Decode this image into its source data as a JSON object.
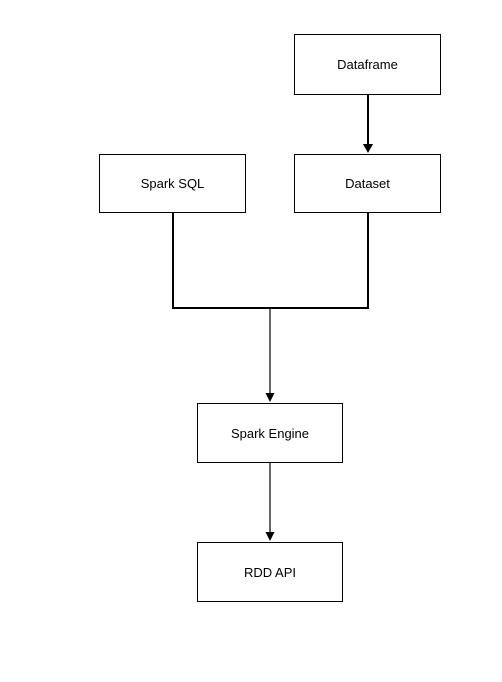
{
  "diagram": {
    "nodes": {
      "dataframe": {
        "label": "Dataframe"
      },
      "dataset": {
        "label": "Dataset"
      },
      "spark_sql": {
        "label": "Spark SQL"
      },
      "spark_engine": {
        "label": "Spark Engine"
      },
      "rdd_api": {
        "label": "RDD API"
      }
    },
    "edges": [
      {
        "from": "Dataframe",
        "to": "Dataset"
      },
      {
        "from": "Spark SQL",
        "to": "Spark Engine"
      },
      {
        "from": "Dataset",
        "to": "Spark Engine"
      },
      {
        "from": "Spark Engine",
        "to": "RDD API"
      }
    ],
    "colors": {
      "stroke": "#000000",
      "background": "#ffffff"
    }
  }
}
